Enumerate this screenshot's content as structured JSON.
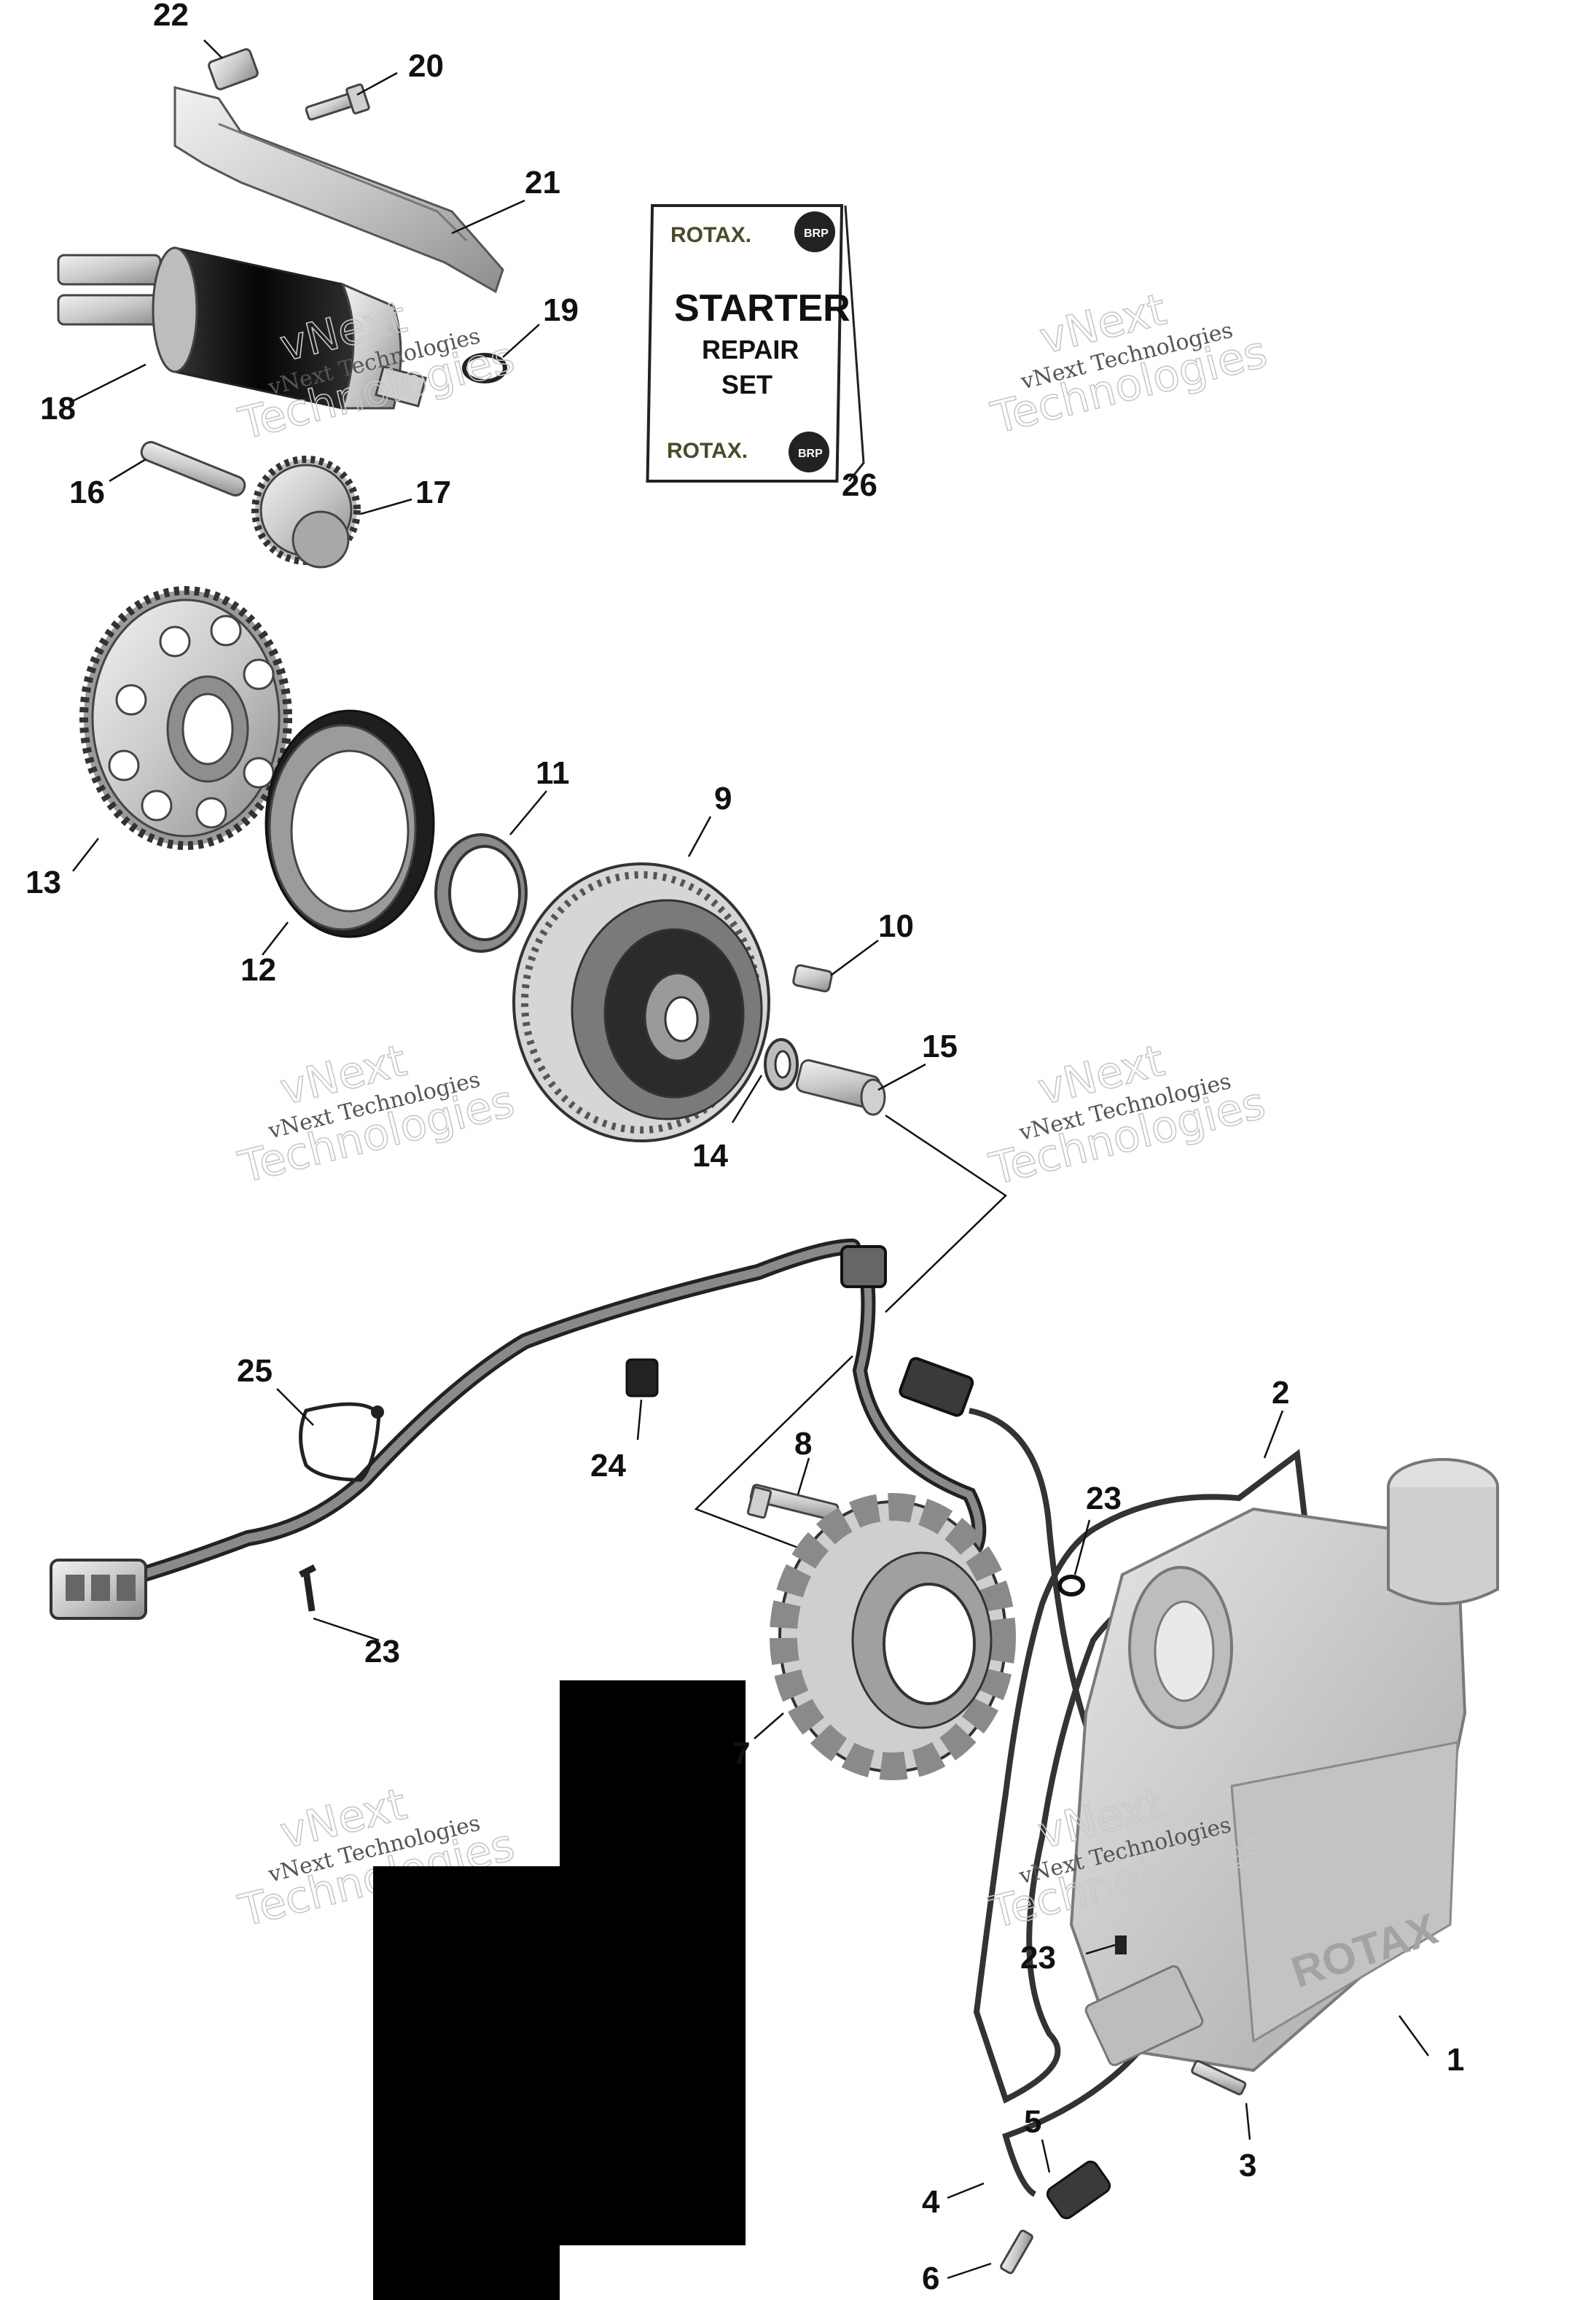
{
  "callouts": [
    "1",
    "2",
    "3",
    "4",
    "5",
    "6",
    "7",
    "8",
    "9",
    "10",
    "11",
    "12",
    "13",
    "14",
    "15",
    "16",
    "17",
    "18",
    "19",
    "20",
    "21",
    "22",
    "23",
    "23",
    "23",
    "24",
    "25",
    "26"
  ],
  "repair_box": {
    "brand_top": "ROTAX.",
    "brand_bottom": "ROTAX.",
    "badge": "BRP",
    "title": "STARTER",
    "line2": "REPAIR",
    "line3": "SET"
  },
  "cover_brand": "ROTAX",
  "watermark": {
    "big_1": "vNext",
    "big_2": "Technologies",
    "small": "vNext Technologies"
  },
  "colors": {
    "part_light": "#d9d9d9",
    "part_mid": "#b9b9b9",
    "part_dark": "#6a6a6a",
    "ink": "#111111",
    "redaction": "#000000"
  }
}
